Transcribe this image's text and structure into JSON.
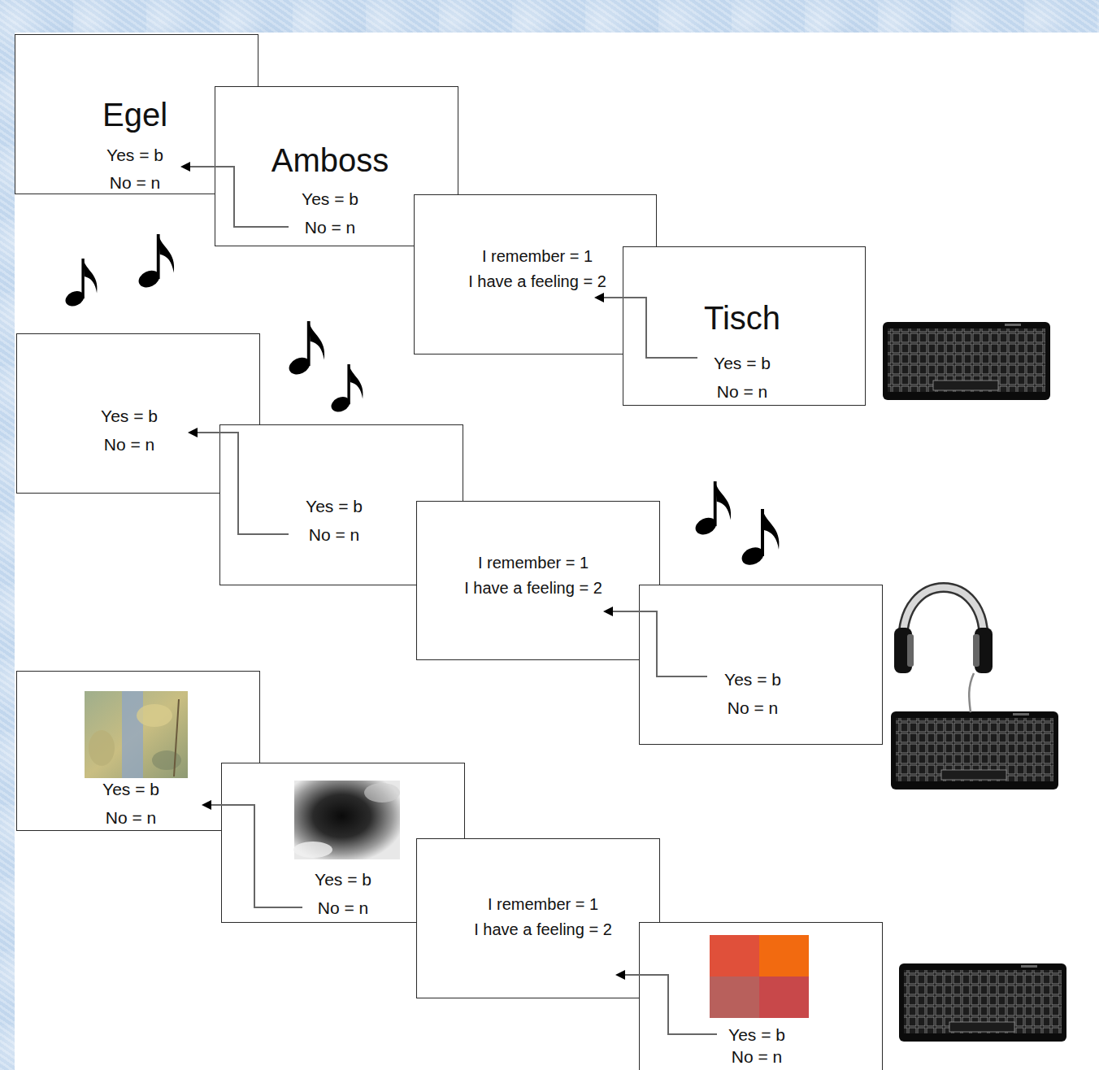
{
  "diagram": {
    "nodes": [
      {
        "text": [
          "Egel",
          "Yes = b",
          "No = n"
        ]
      },
      {
        "text": [
          "Amboss",
          "Yes = b",
          "No = n"
        ]
      },
      {
        "text": [
          "I remember = 1",
          "I have a feeling = 2"
        ]
      },
      {
        "text": [
          "Tisch",
          "Yes = b",
          "No = n"
        ]
      },
      {
        "text": [
          "Yes = b",
          "No = n"
        ]
      },
      {
        "text": [
          "Yes = b",
          "No = n"
        ]
      },
      {
        "text": [
          "I remember = 1",
          "I have a feeling = 2"
        ]
      },
      {
        "text": [
          "Yes = b",
          "No = n"
        ]
      },
      {
        "text": [
          "Yes = b",
          "No = n"
        ]
      },
      {
        "text": [
          "Yes = b",
          "No = n"
        ]
      },
      {
        "text": [
          "I remember = 1",
          "I have a feeling = 2"
        ]
      },
      {
        "text": [
          "Yes = b",
          "No = n"
        ]
      }
    ],
    "edges": [
      {
        "from": 1,
        "to": 0,
        "arrow": "to"
      },
      {
        "from": 3,
        "to": 2,
        "arrow": "to"
      },
      {
        "from": 5,
        "to": 4,
        "arrow": "to"
      },
      {
        "from": 7,
        "to": 6,
        "arrow": "to"
      },
      {
        "from": 9,
        "to": 8,
        "arrow": "to"
      },
      {
        "from": 11,
        "to": 10,
        "arrow": "to"
      }
    ]
  }
}
